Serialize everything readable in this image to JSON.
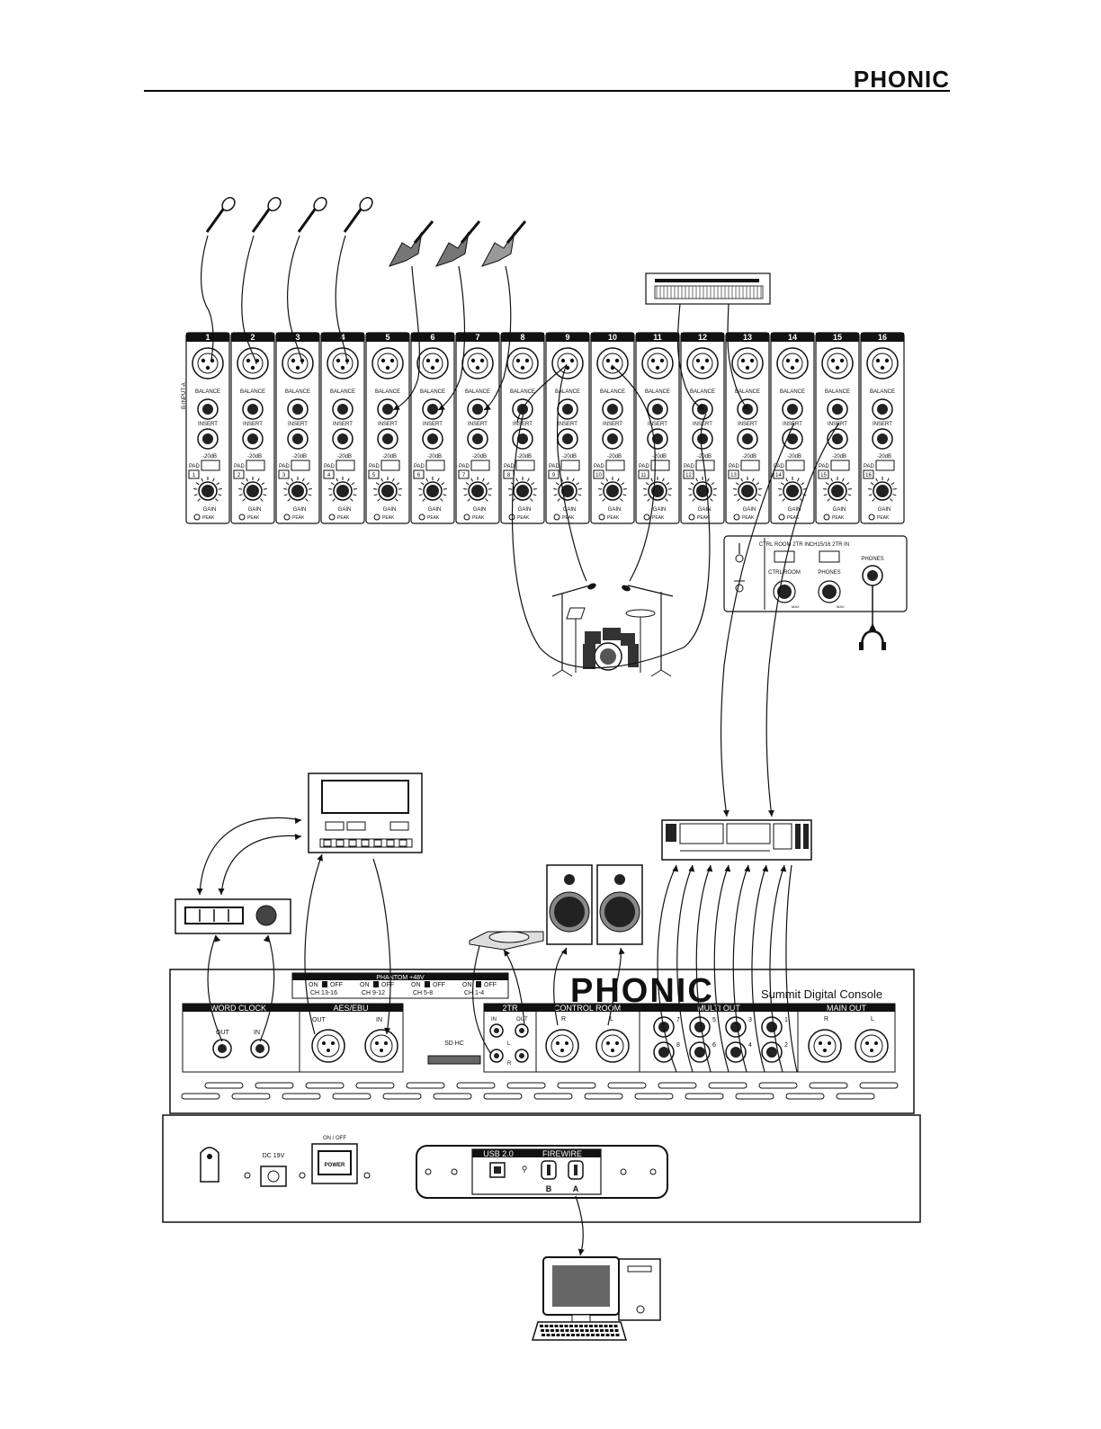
{
  "header": {
    "brand": "PHONIC"
  },
  "channel_strip": {
    "channel_numbers": [
      "1",
      "2",
      "3",
      "4",
      "5",
      "6",
      "7",
      "8",
      "9",
      "10",
      "11",
      "12",
      "13",
      "14",
      "15",
      "16"
    ],
    "balance_label": "BALANCE",
    "insert_label": "INSERT",
    "db_label": "-20dB",
    "pad_label": "PAD",
    "gain_label": "GAIN",
    "peak_label": "PEAK",
    "input_select_label": "B-INPUT-A"
  },
  "monitor_section": {
    "ctrl_room_2tr_label": "CTRL ROOM 2TR IN",
    "ch1516_2tr_label": "CH15/16 2TR IN",
    "phones_label": "PHONES",
    "ctrl_room_label": "CTRL ROOM",
    "phones_knob_label": "PHONES",
    "max_label": "MAX"
  },
  "rear_panel": {
    "brand": "PHONIC",
    "model": "Summit Digital Console",
    "phantom_title": "PHANTOM +48V",
    "phantom_switches": [
      {
        "on": "ON",
        "off": "OFF",
        "group": "CH 13-16"
      },
      {
        "on": "ON",
        "off": "OFF",
        "group": "CH 9-12"
      },
      {
        "on": "ON",
        "off": "OFF",
        "group": "CH 5-8"
      },
      {
        "on": "ON",
        "off": "OFF",
        "group": "CH 1-4"
      }
    ],
    "word_clock": {
      "title": "WORD CLOCK",
      "out": "OUT",
      "in": "IN"
    },
    "aes_ebu": {
      "title": "AES/EBU",
      "out": "OUT",
      "in": "IN"
    },
    "sd_label": "SD HC",
    "two_tr": {
      "title": "2TR",
      "in": "IN",
      "out": "OUT",
      "l": "L",
      "r": "R"
    },
    "control_room": {
      "title": "CONTROL ROOM",
      "r": "R",
      "l": "L"
    },
    "multi_out": {
      "title": "MULTI OUT",
      "numbers": [
        "7",
        "5",
        "3",
        "1",
        "8",
        "6",
        "4",
        "2"
      ]
    },
    "main_out": {
      "title": "MAIN OUT",
      "r": "R",
      "l": "L"
    }
  },
  "power_panel": {
    "dc_label": "DC 19V",
    "switch_label": "ON / OFF",
    "power_label": "POWER",
    "usb_label": "USB 2.0",
    "firewire_label": "FIREWIRE",
    "fw_b": "B",
    "fw_a": "A"
  },
  "icon_names": [
    "microphone-icon",
    "guitar-icon",
    "keyboard-icon",
    "drum-kit-icon",
    "headphones-icon",
    "effects-processor-icon",
    "word-clock-device-icon",
    "cd-player-icon",
    "monitor-speaker-icon",
    "multitrack-recorder-icon",
    "computer-icon"
  ]
}
